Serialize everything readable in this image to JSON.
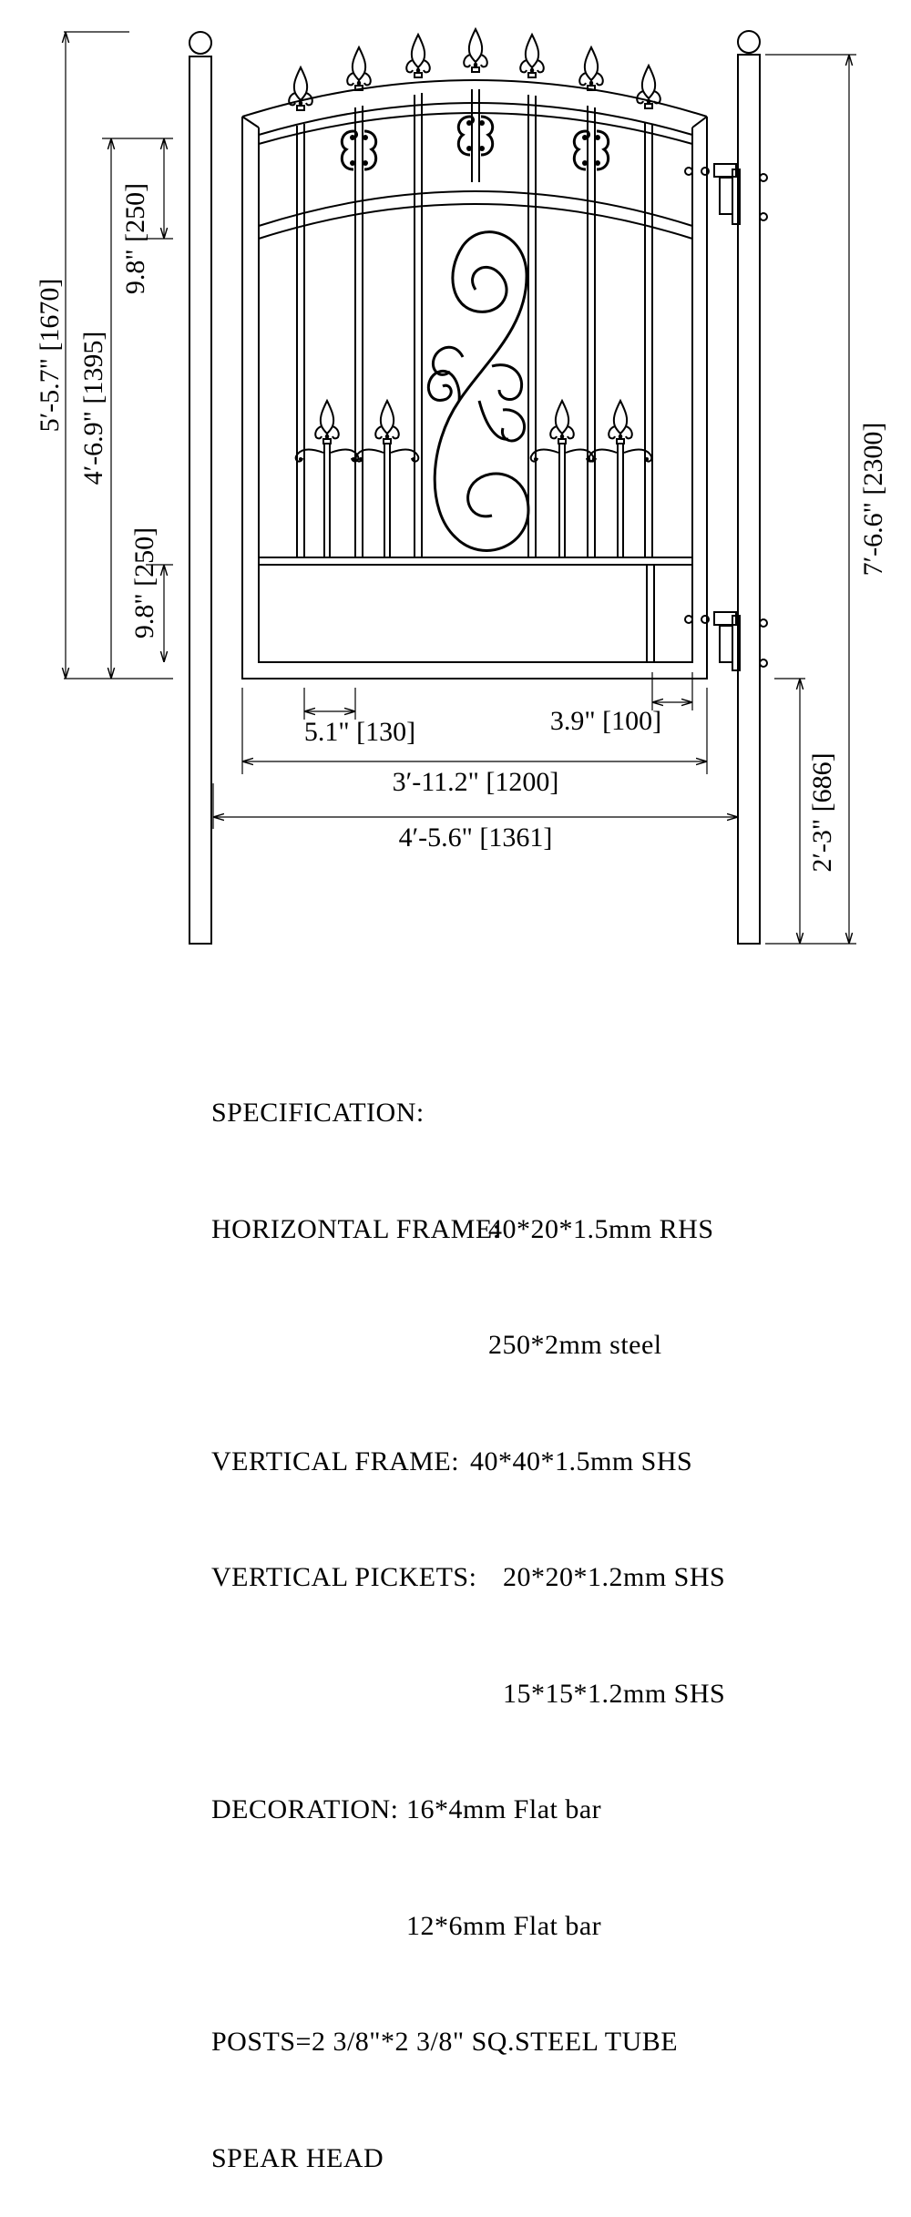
{
  "dimensions": {
    "total_height": "5′-5.7\" [1670]",
    "gate_height": "4′-6.9\" [1395]",
    "top_section": "9.8\" [250]",
    "bottom_panel": "9.8\" [250]",
    "post_height": "7′-6.6\" [2300]",
    "post_below_gate": "2′-3\" [686]",
    "picket_spacing": "5.1\" [130]",
    "end_gap": "3.9\" [100]",
    "gate_width": "3′-11.2\" [1200]",
    "overall_width": "4′-5.6\" [1361]"
  },
  "specification": {
    "title": "SPECIFICATION:",
    "horizontal_frame_label": "HORIZONTAL FRAME:",
    "horizontal_frame_1": "40*20*1.5mm RHS",
    "horizontal_frame_2": "250*2mm steel",
    "vertical_frame_label": "VERTICAL FRAME:",
    "vertical_frame": "40*40*1.5mm SHS",
    "vertical_pickets_label": "VERTICAL PICKETS:",
    "vertical_pickets_1": "20*20*1.2mm SHS",
    "vertical_pickets_2": "15*15*1.2mm SHS",
    "decoration_label": "DECORATION:",
    "decoration_1": "16*4mm Flat bar",
    "decoration_2": "12*6mm Flat bar",
    "posts": "POSTS=2 3/8\"*2 3/8\" SQ.STEEL TUBE",
    "spear": "SPEAR HEAD"
  }
}
